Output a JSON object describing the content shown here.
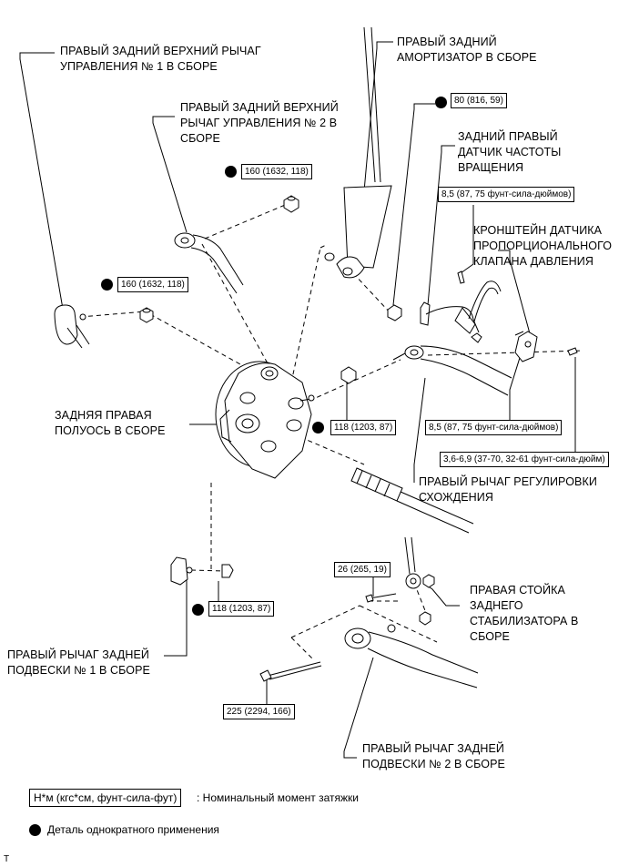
{
  "labels": {
    "upper_arm_1": "ПРАВЫЙ ЗАДНИЙ ВЕРХНИЙ РЫЧАГ\nУПРАВЛЕНИЯ № 1 В СБОРЕ",
    "upper_arm_2": "ПРАВЫЙ ЗАДНИЙ ВЕРХНИЙ\nРЫЧАГ УПРАВЛЕНИЯ № 2 В\nСБОРЕ",
    "shock_absorber": "ПРАВЫЙ ЗАДНИЙ\nАМОРТИЗАТОР В СБОРЕ",
    "speed_sensor": "ЗАДНИЙ ПРАВЫЙ\nДАТЧИК ЧАСТОТЫ\nВРАЩЕНИЯ",
    "sensor_bracket": "КРОНШТЕЙН ДАТЧИКА\nПРОПОРЦИОНАЛЬНОГО\nКЛАПАНА ДАВЛЕНИЯ",
    "axle_hub": "ЗАДНЯЯ ПРАВАЯ\nПОЛУОСЬ В СБОРЕ",
    "toe_arm": "ПРАВЫЙ РЫЧАГ РЕГУЛИРОВКИ\nСХОЖДЕНИЯ",
    "stabilizer_link": "ПРАВАЯ СТОЙКА\nЗАДНЕГО\nСТАБИЛИЗАТОРА В\nСБОРЕ",
    "lower_arm_1": "ПРАВЫЙ РЫЧАГ ЗАДНЕЙ\nПОДВЕСКИ № 1 В СБОРЕ",
    "lower_arm_2": "ПРАВЫЙ РЫЧАГ ЗАДНЕЙ\nПОДВЕСКИ № 2 В СБОРЕ"
  },
  "torques": {
    "t80": "80 (816, 59)",
    "t160_top": "160 (1632, 118)",
    "t8_5_sensor": "8,5 (87, 75 фунт-сила-дюймов)",
    "t160_left": "160 (1632, 118)",
    "t118_hub": "118 (1203, 87)",
    "t8_5_bracket": "8,5 (87, 75 фунт-сила-дюймов)",
    "t3_6": "3,6-6,9 (37-70, 32-61 фунт-сила-дюйм)",
    "t26": "26 (265, 19)",
    "t118_lower": "118 (1203, 87)",
    "t225": "225 (2294, 166)"
  },
  "legend": {
    "unit_box": "Н*м (кгс*см, фунт-сила-фут)",
    "unit_text": ": Номинальный момент затяжки",
    "dot_text": "Деталь однократного применения"
  },
  "footer_mark": "T"
}
